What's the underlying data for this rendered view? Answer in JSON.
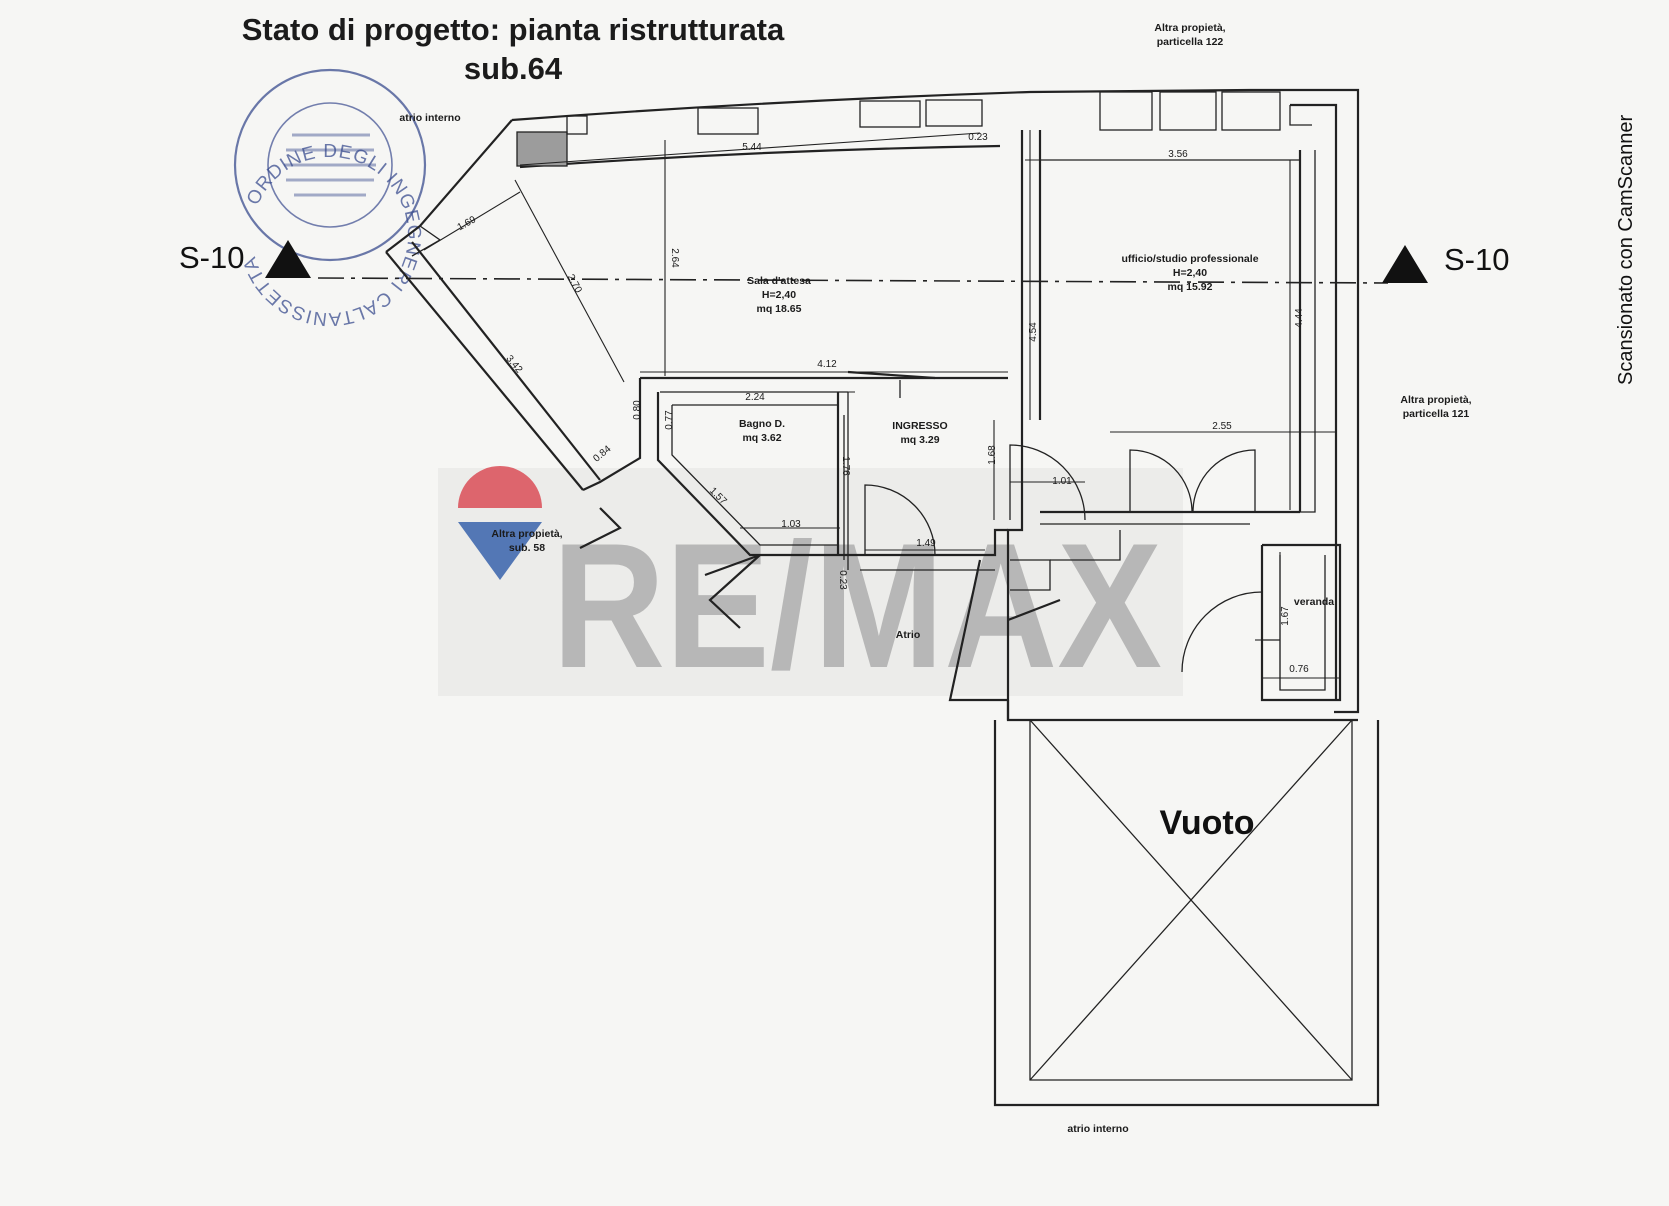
{
  "title": {
    "line1": "Stato di progetto: pianta ristrutturata",
    "line2": "sub.64"
  },
  "scanner_note": "Scansionato con CamScanner",
  "stamp": {
    "ring_text": "ORDINE DEGLI INGEGNERI CALTANISSETTA",
    "color": "#3a4c8f"
  },
  "watermark": {
    "text": "RE/MAX",
    "colors": {
      "red": "#d9434e",
      "blue": "#2d5aa8",
      "gray": "#8d8d8d"
    }
  },
  "section_marks": {
    "left": "S-10",
    "right": "S-10"
  },
  "rooms": {
    "sala": {
      "name": "Sala d'attesa",
      "height": "H=2,40",
      "area": "mq 18.65"
    },
    "ufficio": {
      "name": "ufficio/studio professionale",
      "height": "H=2,40",
      "area": "mq 15.92"
    },
    "bagno": {
      "name": "Bagno D.",
      "area": "mq 3.62"
    },
    "ingresso": {
      "name": "INGRESSO",
      "area": "mq 3.29"
    },
    "veranda": {
      "name": "veranda"
    },
    "atrio": {
      "name": "Atrio"
    },
    "vuoto": {
      "name": "Vuoto"
    }
  },
  "labels": {
    "atrio_interno_top": "atrio interno",
    "atrio_interno_bottom": "atrio interno",
    "altra_122": {
      "line1": "Altra propietà,",
      "line2": "particella 122"
    },
    "altra_121": {
      "line1": "Altra propietà,",
      "line2": "particella 121"
    },
    "altra_sub58": {
      "line1": "Altra propietà,",
      "line2": "sub. 58"
    }
  },
  "dimensions": {
    "d544": "5.44",
    "d023_top": "0.23",
    "d356": "3.56",
    "d169": "1.69",
    "d270": "2.70",
    "d264": "2.64",
    "d342": "3.42",
    "d412": "4.12",
    "d224": "2.24",
    "d080": "0.80",
    "d077": "0.77",
    "d084": "0.84",
    "d157": "1.57",
    "d176": "1.76",
    "d103": "1.03",
    "d023_bottom": "0.23",
    "d149": "1.49",
    "d168": "1.68",
    "d454": "4.54",
    "d101": "1.01",
    "d444": "4.44",
    "d255": "2.55",
    "d167": "1.67",
    "d076": "0.76"
  }
}
